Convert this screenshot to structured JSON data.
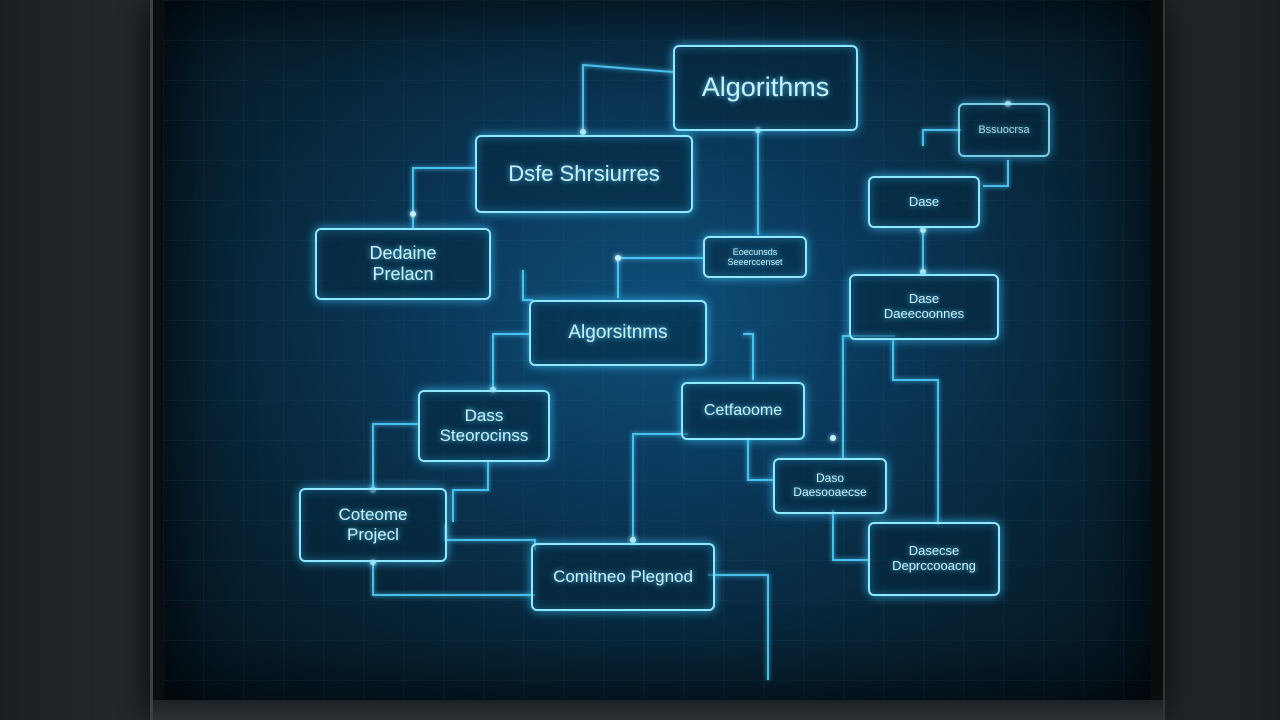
{
  "diagram": {
    "nodes": [
      {
        "id": "n1",
        "label": "Algorithms"
      },
      {
        "id": "n2",
        "label": "Dsfe Shrsiurres"
      },
      {
        "id": "n3",
        "label": "Dedaine\nPrelacn"
      },
      {
        "id": "n4",
        "label": "Bssuocrsa"
      },
      {
        "id": "n5",
        "label": "Dase"
      },
      {
        "id": "n6",
        "label": "Eoecunsds\nSeeerccenset"
      },
      {
        "id": "n7",
        "label": "Algorsitnms"
      },
      {
        "id": "n8",
        "label": "Dase\nDaeecoonnes"
      },
      {
        "id": "n9",
        "label": "Dass\nSteorocinss"
      },
      {
        "id": "n10",
        "label": "Cetfaoome"
      },
      {
        "id": "n11",
        "label": "Daso\nDaesooaecse"
      },
      {
        "id": "n12",
        "label": "Coteome\nProjecl"
      },
      {
        "id": "n13",
        "label": "Comitneo Plegnod"
      },
      {
        "id": "n14",
        "label": "Dasecse\nDeprccooacng"
      }
    ]
  }
}
